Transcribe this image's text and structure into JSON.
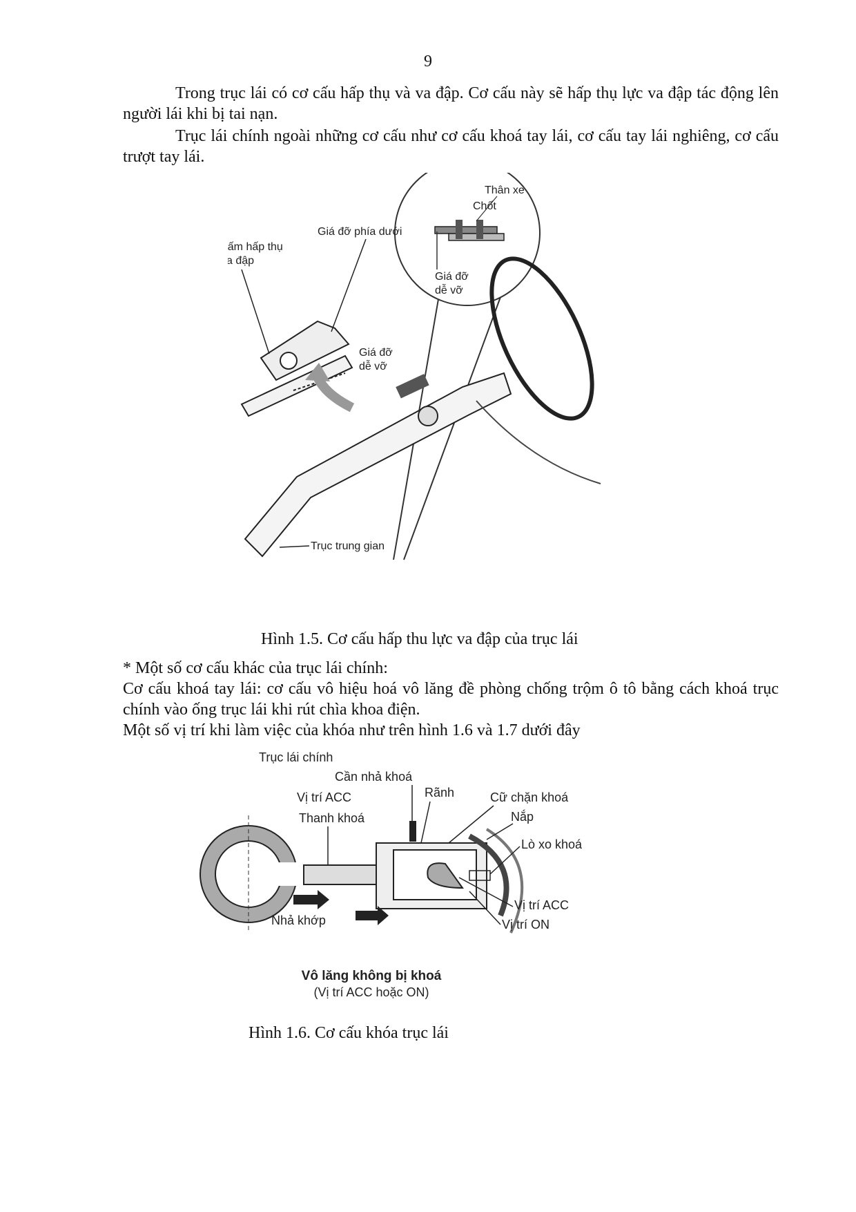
{
  "page_number": "9",
  "paragraphs": {
    "p1": "Trong trục lái có cơ cấu hấp thụ và va đập. Cơ cấu này sẽ hấp thụ lực va đập tác động lên người lái khi bị tai nạn.",
    "p2": "Trục lái chính ngoài những cơ cấu như cơ cấu khoá tay lái, cơ cấu tay lái nghiêng, cơ cấu trượt tay lái."
  },
  "figure_1_5": {
    "labels": {
      "than_xe": "Thân xe",
      "chot": "Chốt",
      "gia_do_de_vo_inset_1": "Giá đỡ",
      "gia_do_de_vo_inset_2": "dễ vỡ",
      "gia_do_phia_duoi": "Giá đỡ phía dưới",
      "tam_hap_thu_1": "Tấm hấp thụ",
      "tam_hap_thu_2": "va đập",
      "gia_do_de_vo_1": "Giá đỡ",
      "gia_do_de_vo_2": "dễ vỡ",
      "truc_trung_gian": "Trục trung gian"
    },
    "caption": "Hình 1.5. Cơ cấu hấp thu lực va đập của trục lái"
  },
  "section": {
    "heading": "*  Một số cơ cấu khác của trục lái chính:",
    "line1": "Cơ cấu khoá tay lái: cơ cấu vô hiệu hoá vô lăng đề phòng chống trộm ô tô bằng cách khoá trục chính vào ống trục lái khi rút chìa khoa điện.",
    "line2": "Một số vị trí khi làm việc của khóa như trên hình 1.6 và 1.7 dưới đây"
  },
  "figure_1_6": {
    "labels": {
      "truc_lai_chinh": "Trục lái chính",
      "can_nha_khoa": "Cần nhả khoá",
      "vi_tri_acc_top": "Vị trí ACC",
      "ranh": "Rãnh",
      "cu_chan_khoa": "Cữ chặn khoá",
      "nap": "Nắp",
      "thanh_khoa": "Thanh khoá",
      "lo_xo_khoa": "Lò xo khoá",
      "nha_khop": "Nhả khớp",
      "vi_tri_acc_right": "Vị trí ACC",
      "vi_tri_on": "Vị trí ON",
      "subtitle_1": "Vô lăng không bị khoá",
      "subtitle_2": "(Vị trí ACC hoặc ON)"
    },
    "caption": "Hình 1.6. Cơ cấu khóa trục lái"
  }
}
